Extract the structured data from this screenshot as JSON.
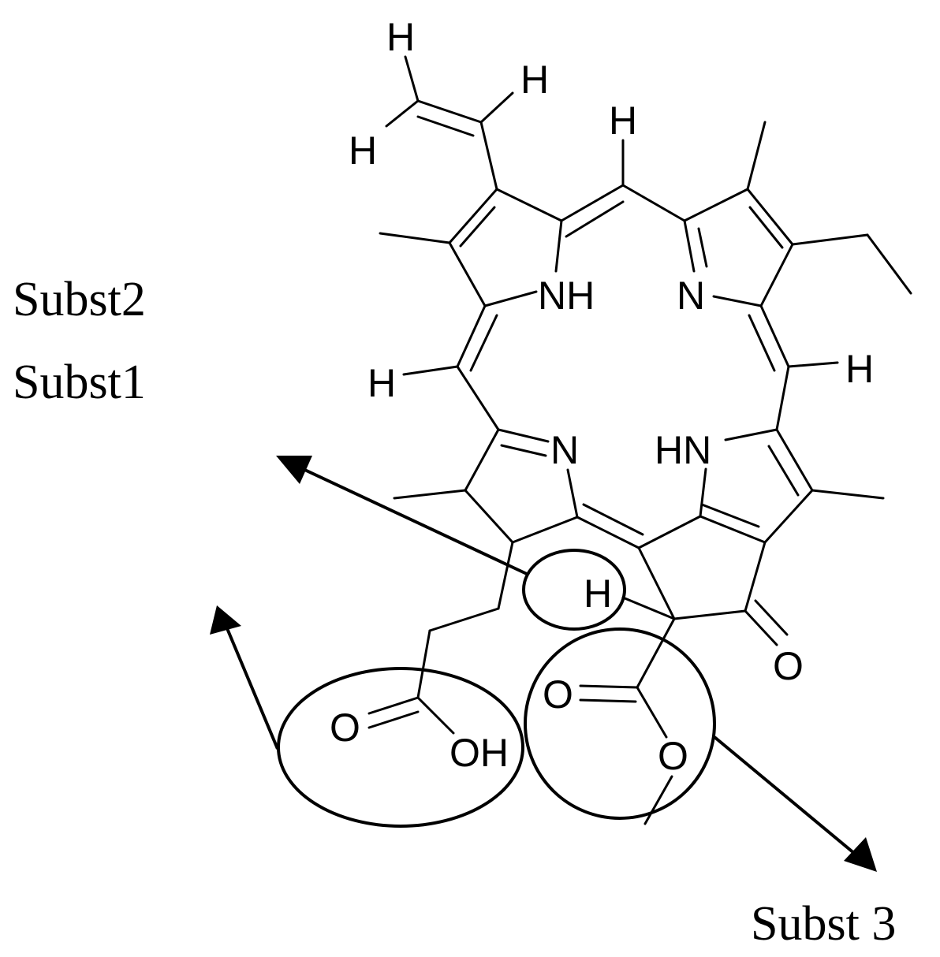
{
  "callouts": {
    "subst2": "Subst2",
    "subst1": "Subst1",
    "subst3": "Subst 3"
  },
  "atoms": {
    "h_vinyl_top": "H",
    "h_vinyl_right": "H",
    "h_vinyl_left": "H",
    "h_meso_top": "H",
    "nh_top_left": "NH",
    "n_top_right": "N",
    "h_meso_left": "H",
    "h_meso_right": "H",
    "n_bottom_left": "N",
    "hn_bottom_right": "HN",
    "h_ring_e": "H",
    "o_ketone": "O",
    "o_acid_carbonyl": "O",
    "oh_acid": "OH",
    "o_ester_carbonyl": "O",
    "o_ester": "O"
  },
  "colors": {
    "ink": "#000000",
    "background": "#ffffff"
  }
}
